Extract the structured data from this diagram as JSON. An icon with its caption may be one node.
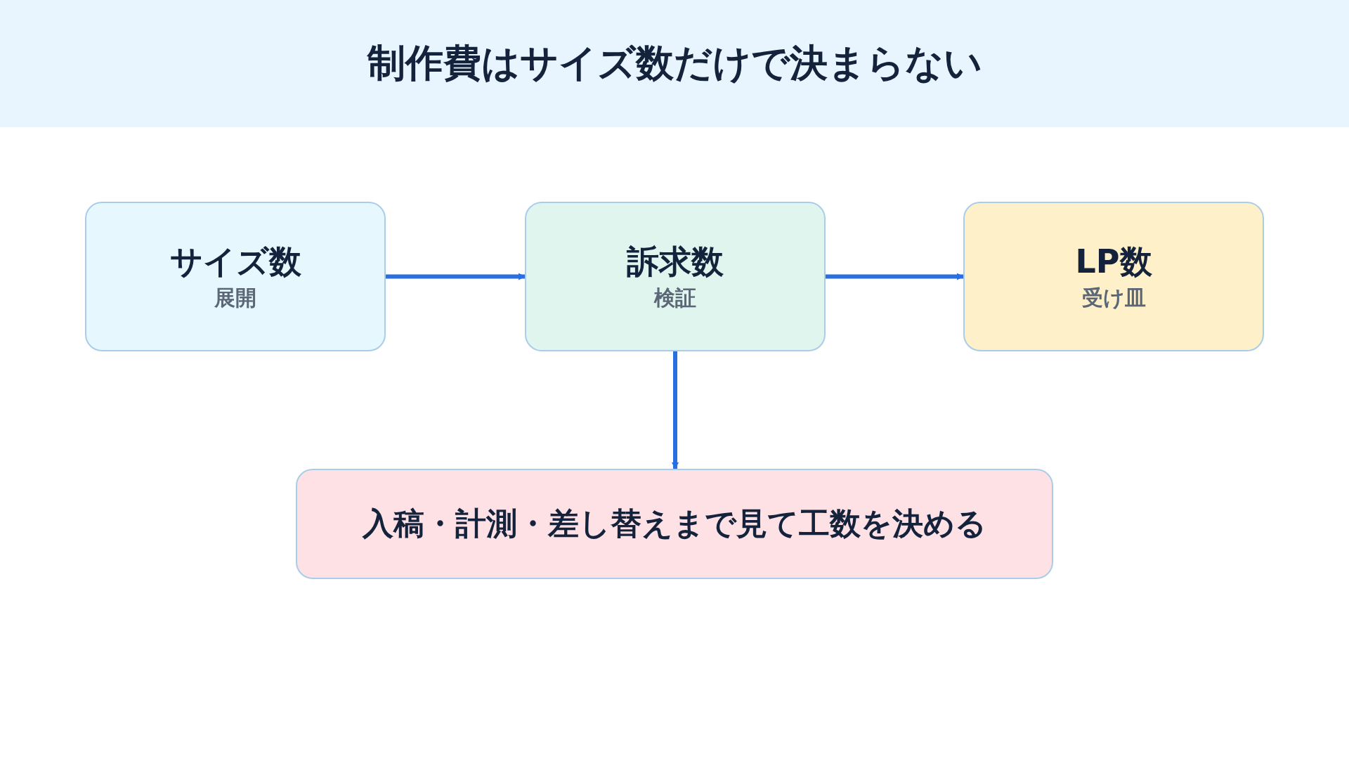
{
  "diagram": {
    "title": "制作費はサイズ数だけで決まらない",
    "nodes": [
      {
        "text": [
          "サイズ数",
          "展開"
        ]
      },
      {
        "text": [
          "訴求数",
          "検証"
        ]
      },
      {
        "text": [
          "LP数",
          "受け皿"
        ]
      },
      {
        "text": [
          "入稿・計測・差し替えまで見て工数を決める"
        ]
      }
    ],
    "edges": [
      {
        "from": 0,
        "to": 1,
        "arrow": "to"
      },
      {
        "from": 1,
        "to": 2,
        "arrow": "to"
      },
      {
        "from": 1,
        "to": 3,
        "arrow": "to"
      }
    ]
  }
}
